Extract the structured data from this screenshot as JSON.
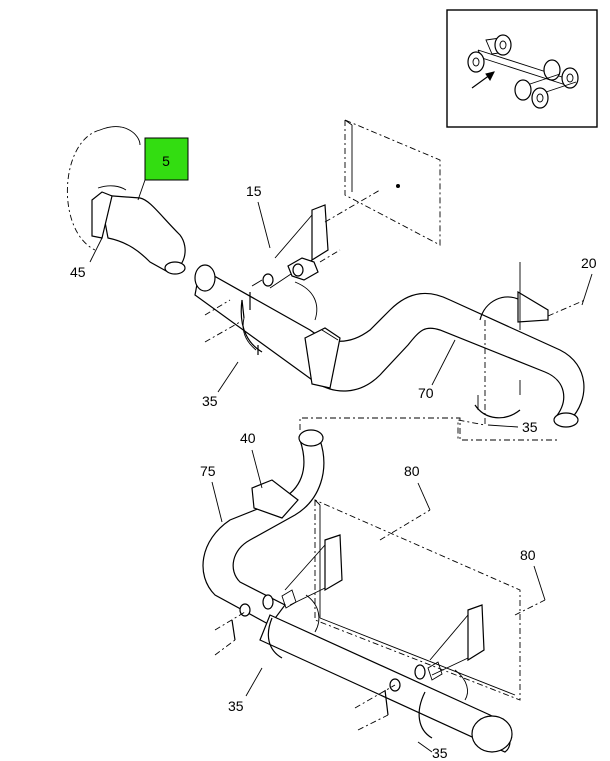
{
  "highlight_color": "#33dd11",
  "callouts": {
    "c5": "5",
    "c15": "15",
    "c20": "20",
    "c35a": "35",
    "c35b": "35",
    "c35c": "35",
    "c35d": "35",
    "c40": "40",
    "c45": "45",
    "c70": "70",
    "c75": "75",
    "c80a": "80",
    "c80b": "80"
  },
  "icons": [
    "vehicle-chassis-locator-icon",
    "locator-arrow-icon"
  ]
}
